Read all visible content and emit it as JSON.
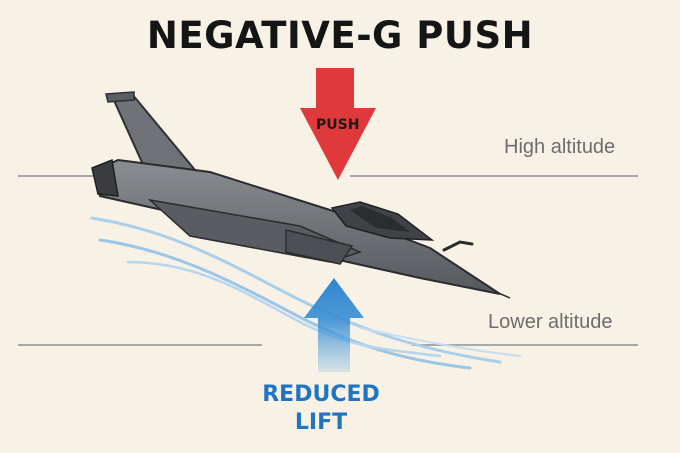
{
  "diagram": {
    "title": "NEGATIVE-G PUSH",
    "push_label": "PUSH",
    "lift_label_line1": "REDUCED",
    "lift_label_line2": "LIFT",
    "high_altitude_label": "High altitude",
    "low_altitude_label": "Lower altitude"
  },
  "colors": {
    "background": "#f7f1e6",
    "push_arrow": "#e0393b",
    "lift_arrow": "#2f86cf",
    "airflow": "#9cc6e6",
    "aircraft": "#6b6e72",
    "altitude_line": "#a8a8a8"
  },
  "icons": {
    "aircraft": "fighter-jet-icon",
    "push_arrow": "arrow-down-icon",
    "lift_arrow": "arrow-up-icon"
  }
}
